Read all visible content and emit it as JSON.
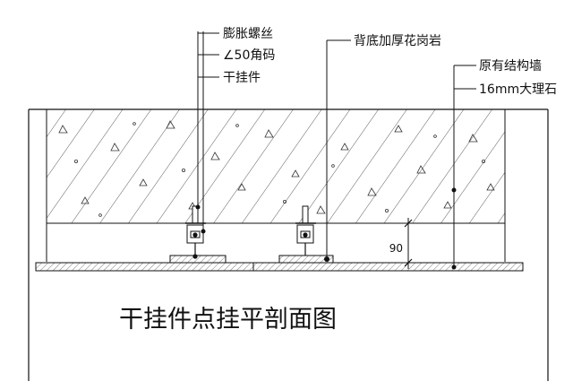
{
  "callouts": {
    "expansion_bolt": "膨胀螺丝",
    "angle_steel": "∠50角码",
    "dry_hanger": "干挂件",
    "granite": "背底加厚花岗岩",
    "structural_wall": "原有结构墙",
    "marble": "16mm大理石"
  },
  "dimension": {
    "gap": "90"
  },
  "caption": "干挂件点挂平剖面图",
  "colors": {
    "line": "#111111",
    "background": "#ffffff"
  }
}
